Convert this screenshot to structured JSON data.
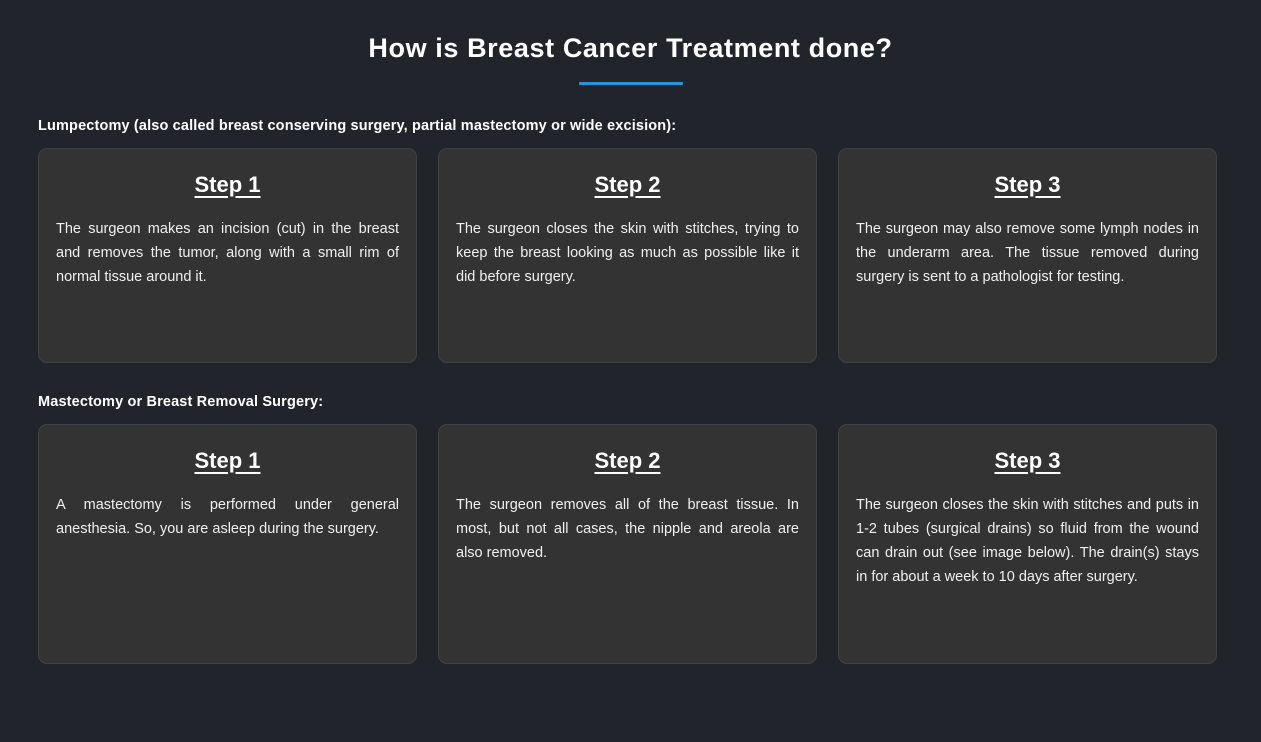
{
  "header": {
    "title": "How is Breast Cancer Treatment done?",
    "accent_color": "#2196d8"
  },
  "theme": {
    "page_background": "#21242b",
    "card_background": "#333333",
    "card_border": "#3f4047",
    "text_color": "#f0f0f0",
    "heading_color": "#ffffff"
  },
  "sections": [
    {
      "heading": "Lumpectomy (also called breast conserving surgery, partial mastectomy or wide excision):",
      "cards": [
        {
          "title": "Step 1",
          "body": "The surgeon makes an incision (cut) in the breast and removes the tumor, along with a small rim of normal tissue around it."
        },
        {
          "title": "Step 2",
          "body": "The surgeon closes the skin with stitches, trying to keep the breast looking as much as possible like it did before surgery."
        },
        {
          "title": "Step 3",
          "body": "The surgeon may also remove some lymph nodes in the underarm area. The tissue removed during surgery is sent to a pathologist for testing."
        }
      ]
    },
    {
      "heading": "Mastectomy or Breast Removal Surgery:",
      "cards": [
        {
          "title": "Step 1",
          "body": "A mastectomy is performed under general anesthesia. So, you are asleep during the surgery."
        },
        {
          "title": "Step 2",
          "body": "The surgeon removes all of the breast tissue. In most, but not all cases, the nipple and areola are also removed."
        },
        {
          "title": "Step 3",
          "body": "The surgeon closes the skin with stitches and puts in 1-2 tubes (surgical drains) so fluid from the wound can drain out (see image below). The drain(s) stays in for about a week to 10 days after surgery."
        }
      ]
    }
  ]
}
